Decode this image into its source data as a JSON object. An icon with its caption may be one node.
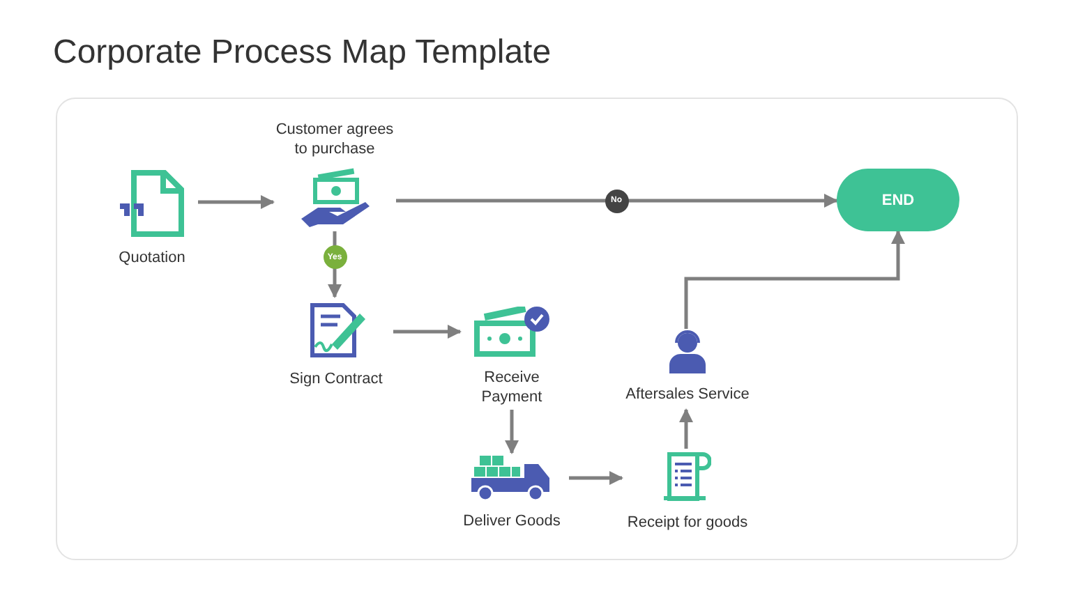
{
  "diagram": {
    "title": "Corporate Process Map Template",
    "nodes": [
      {
        "text": [
          "Quotation"
        ]
      },
      {
        "text": [
          "Customer agrees to purchase"
        ]
      },
      {
        "text": [
          "Sign Contract"
        ]
      },
      {
        "text": [
          "Receive Payment"
        ]
      },
      {
        "text": [
          "Deliver Goods"
        ]
      },
      {
        "text": [
          "Receipt for goods"
        ]
      },
      {
        "text": [
          "Aftersales Service"
        ]
      },
      {
        "text": [
          "END"
        ]
      }
    ],
    "edges": [
      {
        "from": 0,
        "to": 1,
        "arrow": "to"
      },
      {
        "from": 1,
        "to": 7,
        "arrow": "to",
        "label": "No"
      },
      {
        "from": 1,
        "to": 2,
        "arrow": "to",
        "label": "Yes"
      },
      {
        "from": 2,
        "to": 3,
        "arrow": "to"
      },
      {
        "from": 3,
        "to": 4,
        "arrow": "to"
      },
      {
        "from": 4,
        "to": 5,
        "arrow": "to"
      },
      {
        "from": 5,
        "to": 6,
        "arrow": "to"
      },
      {
        "from": 6,
        "to": 7,
        "arrow": "to"
      }
    ]
  }
}
